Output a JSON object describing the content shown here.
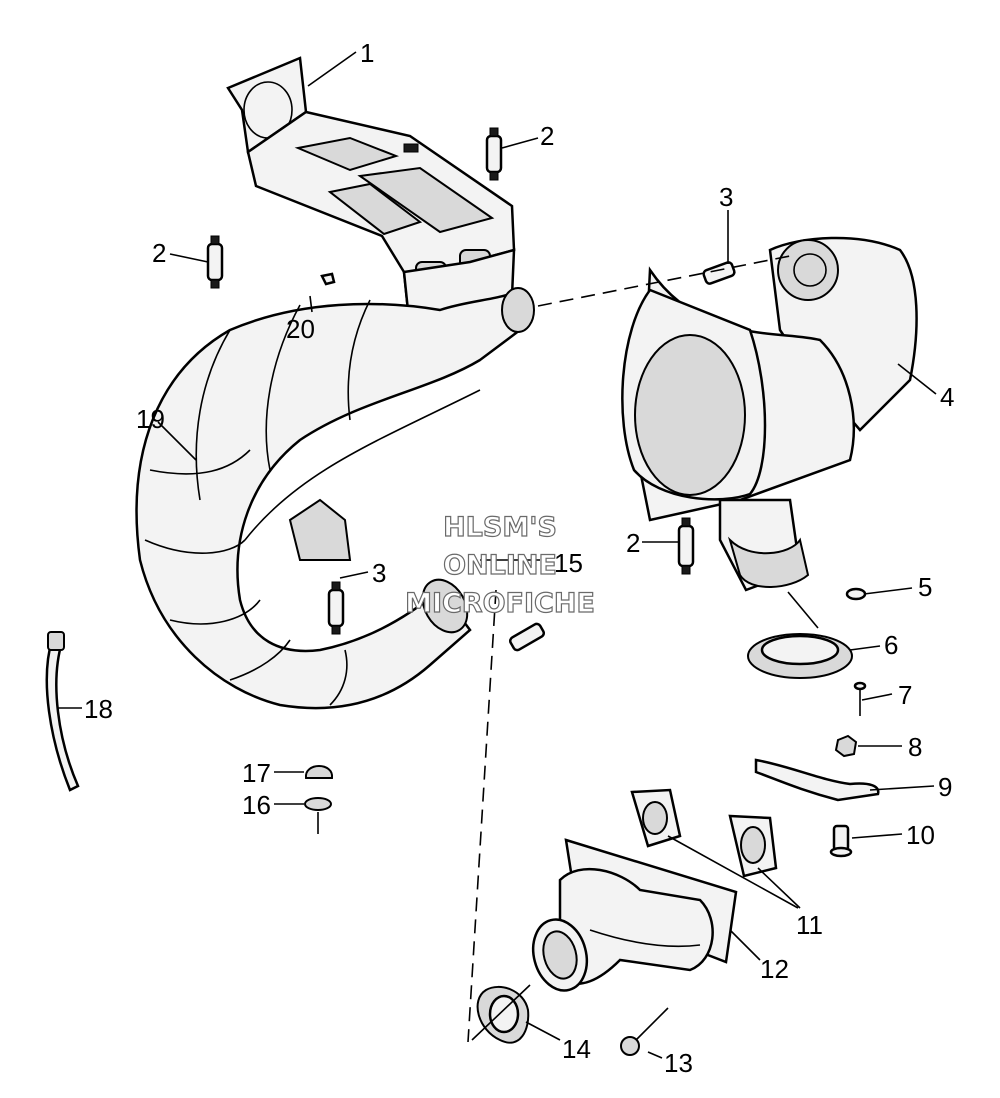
{
  "callouts": {
    "c1": "1",
    "c2a": "2",
    "c2b": "2",
    "c2c": "2",
    "c3a": "3",
    "c3b": "3",
    "c4": "4",
    "c5": "5",
    "c6": "6",
    "c7": "7",
    "c8": "8",
    "c9": "9",
    "c10": "10",
    "c11": "11",
    "c12": "12",
    "c13": "13",
    "c14": "14",
    "c15": "15",
    "c16": "16",
    "c17": "17",
    "c18": "18",
    "c19": "19",
    "c20": "20"
  },
  "watermark": {
    "line1": "HLSM'S",
    "line2": "ONLINE",
    "line3": "MICROFICHE"
  },
  "colors": {
    "line": "#000000",
    "fill": "#f3f3f3",
    "shade": "#d9d9d9",
    "watermark_outline": "#6a6a6a"
  }
}
